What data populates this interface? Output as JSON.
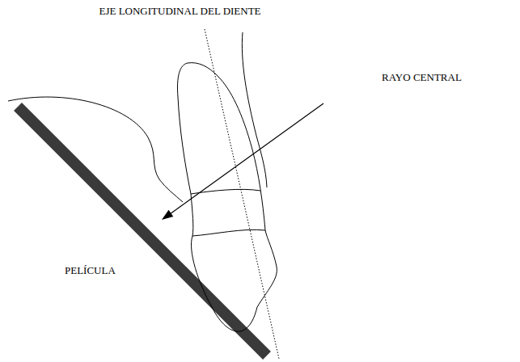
{
  "diagram": {
    "labels": [
      "EJE LONGITUDINAL DEL DIENTE",
      "RAYO CENTRAL",
      "PELÍCULA"
    ]
  }
}
